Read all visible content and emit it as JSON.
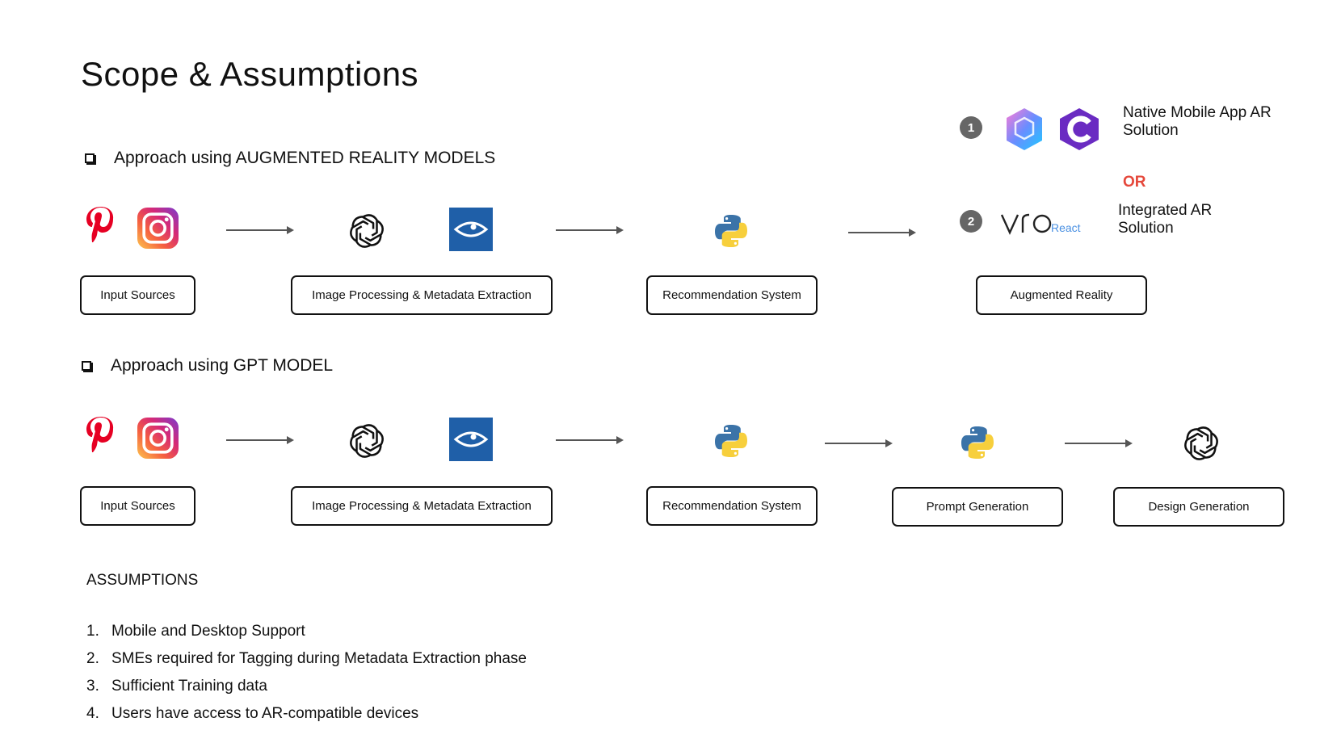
{
  "title": "Scope & Assumptions",
  "sections": {
    "ar": "Approach using AUGMENTED REALITY MODELS",
    "gpt": "Approach using GPT MODEL"
  },
  "ar_flow": {
    "steps": [
      "Input Sources",
      "Image Processing & Metadata Extraction",
      "Recommendation System",
      "Augmented Reality"
    ]
  },
  "gpt_flow": {
    "steps": [
      "Input Sources",
      "Image Processing & Metadata Extraction",
      "Recommendation System",
      "Prompt Generation",
      "Design Generation"
    ]
  },
  "ar_options": {
    "option1_number": "1",
    "option1_text": "Native Mobile App AR Solution",
    "or_label": "OR",
    "option2_number": "2",
    "option2_text": "Integrated AR Solution",
    "viro_logo_text": "React"
  },
  "assumptions": {
    "heading": "ASSUMPTIONS",
    "items": [
      {
        "num": "1.",
        "text": "Mobile and Desktop Support"
      },
      {
        "num": "2.",
        "text": "SMEs required for Tagging during Metadata Extraction phase"
      },
      {
        "num": "3.",
        "text": "Sufficient Training data"
      },
      {
        "num": "4.",
        "text": "Users have access to AR-compatible devices"
      }
    ]
  },
  "colors": {
    "pinterest": "#e60023",
    "vision_blue": "#1f5fa8",
    "or_red": "#e5483b",
    "python_blue": "#3b73a8",
    "python_yellow": "#f7cf3c"
  },
  "icons": [
    "pinterest-icon",
    "instagram-icon",
    "openai-icon",
    "vision-eye-icon",
    "python-icon",
    "arkit-icon",
    "arcore-icon",
    "viro-react-logo"
  ]
}
